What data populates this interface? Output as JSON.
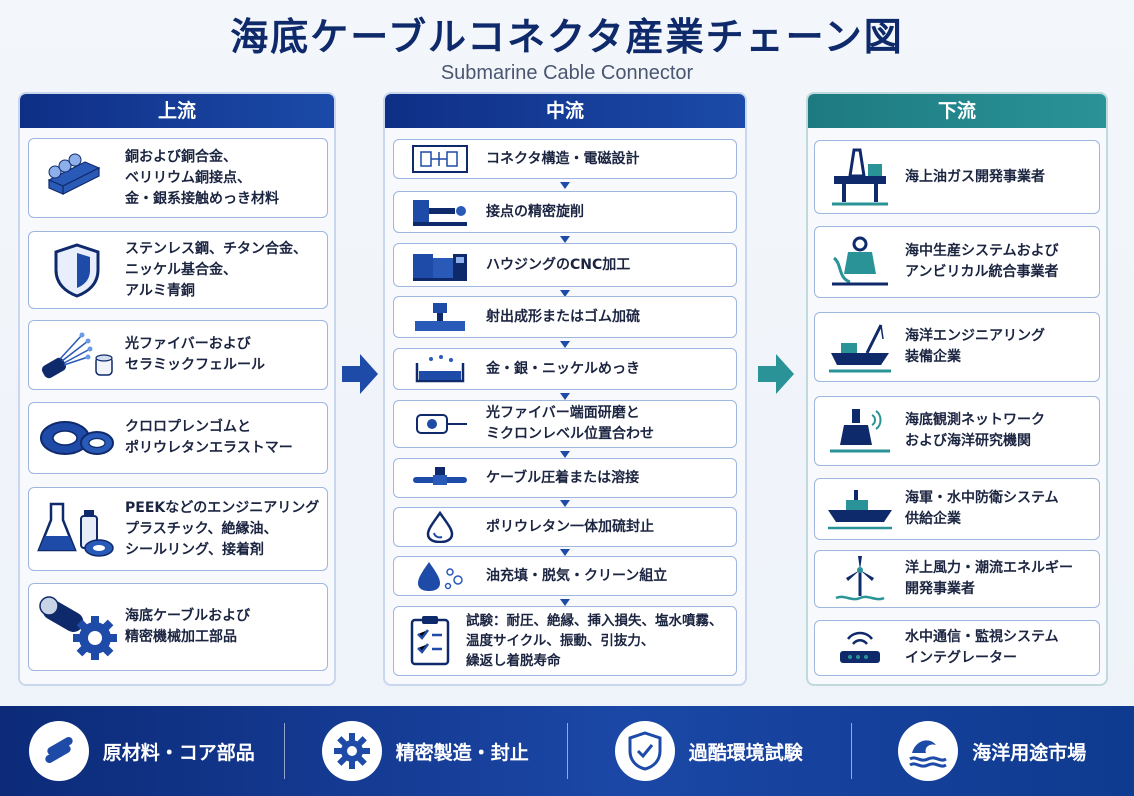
{
  "title": "海底ケーブルコネクタ産業チェーン図",
  "subtitle": "Submarine Cable Connector",
  "columns": {
    "upstream": {
      "label": "上流",
      "items": [
        {
          "icon": "metal-bars-icon",
          "text": "銅および銅合金、\nベリリウム銅接点、\n金・銀系接触めっき材料"
        },
        {
          "icon": "shield-icon",
          "text": "ステンレス鋼、チタン合金、\nニッケル基合金、\nアルミ青銅"
        },
        {
          "icon": "optical-fiber-icon",
          "text": "光ファイバーおよび\nセラミックフェルール"
        },
        {
          "icon": "rubber-ring-icon",
          "text": "クロロプレンゴムと\nポリウレタンエラストマー"
        },
        {
          "icon": "chemical-flask-icon",
          "text": "PEEKなどのエンジニアリング\nプラスチック、絶縁油、\nシールリング、接着剤"
        },
        {
          "icon": "cable-gear-icon",
          "text": "海底ケーブルおよび\n精密機械加工部品"
        }
      ]
    },
    "midstream": {
      "label": "中流",
      "items": [
        {
          "icon": "circuit-design-icon",
          "text": "コネクタ構造・電磁設計"
        },
        {
          "icon": "lathe-icon",
          "text": "接点の精密旋削"
        },
        {
          "icon": "cnc-machine-icon",
          "text": "ハウジングのCNC加工"
        },
        {
          "icon": "injection-molding-icon",
          "text": "射出成形またはゴム加硫"
        },
        {
          "icon": "plating-bath-icon",
          "text": "金・銀・ニッケルめっき"
        },
        {
          "icon": "fiber-polishing-icon",
          "text": "光ファイバー端面研磨と\nミクロンレベル位置合わせ"
        },
        {
          "icon": "crimping-icon",
          "text": "ケーブル圧着または溶接"
        },
        {
          "icon": "droplet-icon",
          "text": "ポリウレタン一体加硫封止"
        },
        {
          "icon": "oil-droplet-icon",
          "text": "油充填・脱気・クリーン組立"
        },
        {
          "icon": "clipboard-test-icon",
          "text": "試験：耐圧、絶縁、挿入損失、塩水噴霧、\n温度サイクル、振動、引抜力、\n繰返し着脱寿命"
        }
      ]
    },
    "downstream": {
      "label": "下流",
      "items": [
        {
          "icon": "oil-rig-icon",
          "text": "海上油ガス開発事業者"
        },
        {
          "icon": "subsea-system-icon",
          "text": "海中生産システムおよび\nアンビリカル統合事業者"
        },
        {
          "icon": "crane-ship-icon",
          "text": "海洋エンジニアリング\n装備企業"
        },
        {
          "icon": "buoy-icon",
          "text": "海底観測ネットワーク\nおよび海洋研究機関"
        },
        {
          "icon": "warship-icon",
          "text": "海軍・水中防衛システム\n供給企業"
        },
        {
          "icon": "wind-turbine-icon",
          "text": "洋上風力・潮流エネルギー\n開発事業者"
        },
        {
          "icon": "router-icon",
          "text": "水中通信・監視システム\nインテグレーター"
        }
      ]
    }
  },
  "footer": [
    {
      "icon": "raw-material-icon",
      "label": "原材料・コア部品"
    },
    {
      "icon": "gear-icon",
      "label": "精密製造・封止"
    },
    {
      "icon": "shield-check-icon",
      "label": "過酷環境試験"
    },
    {
      "icon": "wave-icon",
      "label": "海洋用途市場"
    }
  ],
  "colors": {
    "navy": "#0f2a6b",
    "blue": "#1e4aa8",
    "teal": "#2a9398"
  }
}
